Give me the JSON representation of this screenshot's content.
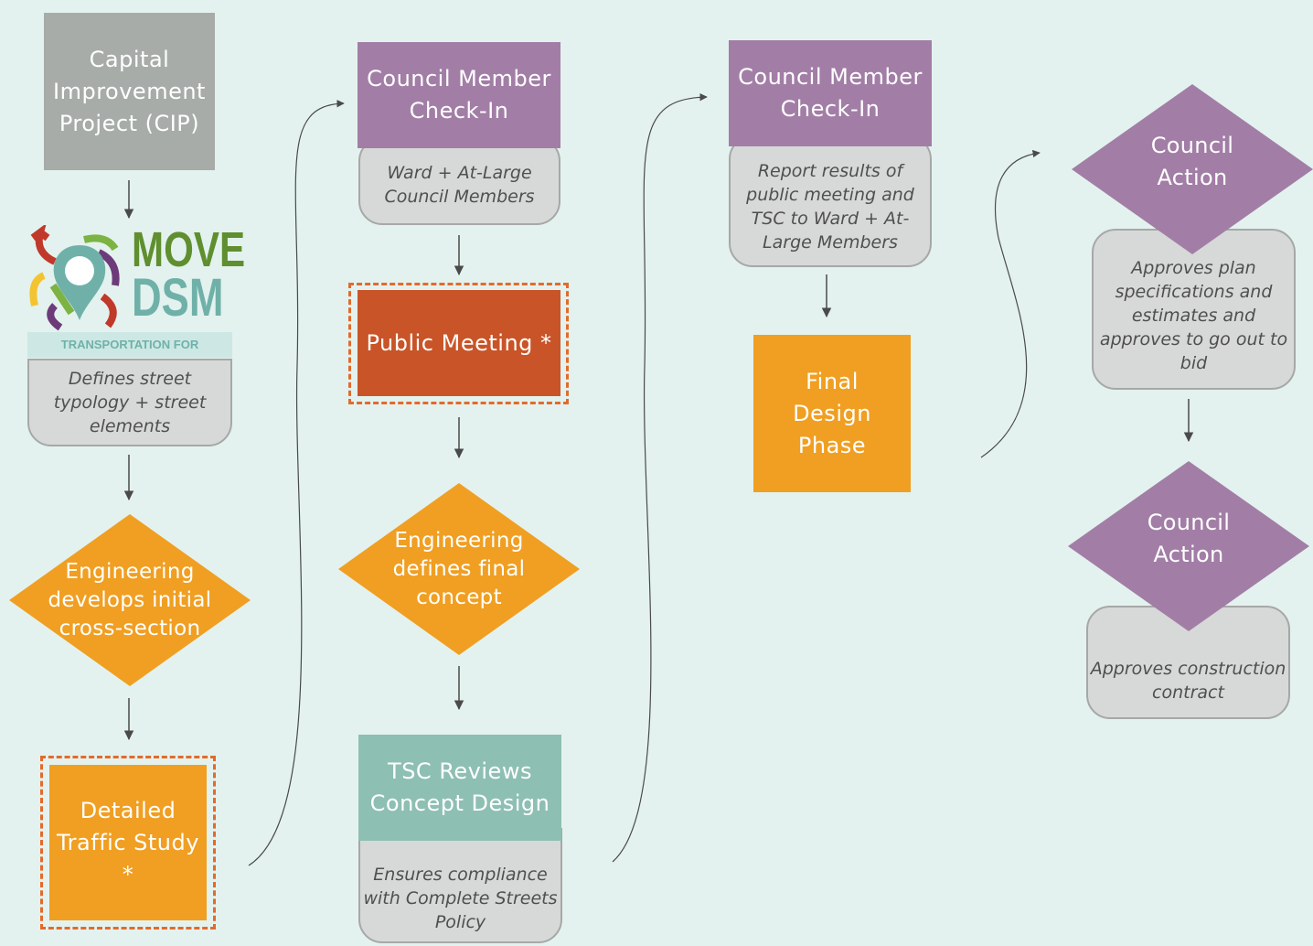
{
  "colors": {
    "background": "#e3f2ee",
    "gray": "#a7aca9",
    "purple": "#a27ea6",
    "orange": "#f09f22",
    "red": "#c85428",
    "teal": "#8ebfb3",
    "note": "#d7d9d8",
    "dash": "#e36a2b",
    "arrow": "#4a4a4a"
  },
  "col1": {
    "cip": "Capital Improvement Project (CIP)",
    "logo": {
      "line1": "MOVE",
      "line2": "DSM",
      "tagline": "TRANSPORTATION FOR EVERYONE",
      "icon": "location-pin-with-arrows-icon"
    },
    "logo_note": "Defines street typology + street elements",
    "eng_initial": "Engineering develops initial cross-section",
    "traffic_study": "Detailed Traffic Study *"
  },
  "col2": {
    "checkin_title": "Council Member Check-In",
    "checkin_note": "Ward + At-Large Council Members",
    "public_meeting": "Public Meeting *",
    "eng_final": "Engineering defines final concept",
    "tsc_title": "TSC Reviews Concept Design",
    "tsc_note": "Ensures compliance with Complete Streets Policy"
  },
  "col3": {
    "checkin_title": "Council Member Check-In",
    "checkin_note": "Report results of public meeting and TSC to Ward + At-Large Members",
    "final_design": "Final Design Phase"
  },
  "col4": {
    "action1_title": "Council Action",
    "action1_note": "Approves plan specifications and estimates and approves to go out to bid",
    "action2_title": "Council Action",
    "action2_note": "Approves construction contract"
  }
}
